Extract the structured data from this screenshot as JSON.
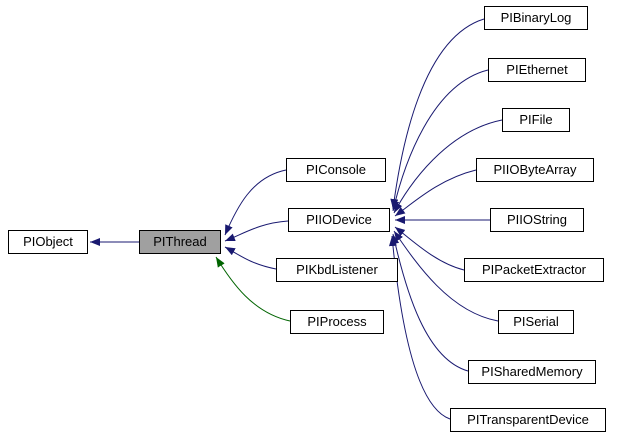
{
  "diagram": {
    "kind": "class-inheritance-graph",
    "colors": {
      "edge": "#191970",
      "edge_highlight": "#006400",
      "selected_node_fill": "#a0a0a0",
      "node_border": "#000000",
      "node_fill": "#ffffff"
    },
    "selected_node": "PIThread",
    "nodes": {
      "piobject": {
        "label": "PIObject"
      },
      "pithread": {
        "label": "PIThread",
        "selected": true
      },
      "piconsole": {
        "label": "PIConsole"
      },
      "piiodevice": {
        "label": "PIIODevice"
      },
      "pikbdlistener": {
        "label": "PIKbdListener"
      },
      "piprocess": {
        "label": "PIProcess"
      },
      "pibinarylog": {
        "label": "PIBinaryLog"
      },
      "piethernet": {
        "label": "PIEthernet"
      },
      "pifile": {
        "label": "PIFile"
      },
      "piiobytearray": {
        "label": "PIIOByteArray"
      },
      "piiostring": {
        "label": "PIIOString"
      },
      "pipacketextractor": {
        "label": "PIPacketExtractor"
      },
      "piserial": {
        "label": "PISerial"
      },
      "pisharedmemory": {
        "label": "PISharedMemory"
      },
      "pitransparentdevice": {
        "label": "PITransparentDevice"
      }
    },
    "edges": [
      {
        "from": "PIThread",
        "to": "PIObject",
        "color": "#191970"
      },
      {
        "from": "PIConsole",
        "to": "PIThread",
        "color": "#191970"
      },
      {
        "from": "PIIODevice",
        "to": "PIThread",
        "color": "#191970"
      },
      {
        "from": "PIKbdListener",
        "to": "PIThread",
        "color": "#191970"
      },
      {
        "from": "PIProcess",
        "to": "PIThread",
        "color": "#006400"
      },
      {
        "from": "PIBinaryLog",
        "to": "PIIODevice",
        "color": "#191970"
      },
      {
        "from": "PIEthernet",
        "to": "PIIODevice",
        "color": "#191970"
      },
      {
        "from": "PIFile",
        "to": "PIIODevice",
        "color": "#191970"
      },
      {
        "from": "PIIOByteArray",
        "to": "PIIODevice",
        "color": "#191970"
      },
      {
        "from": "PIIOString",
        "to": "PIIODevice",
        "color": "#191970"
      },
      {
        "from": "PIPacketExtractor",
        "to": "PIIODevice",
        "color": "#191970"
      },
      {
        "from": "PISerial",
        "to": "PIIODevice",
        "color": "#191970"
      },
      {
        "from": "PISharedMemory",
        "to": "PIIODevice",
        "color": "#191970"
      },
      {
        "from": "PITransparentDevice",
        "to": "PIIODevice",
        "color": "#191970"
      }
    ]
  }
}
